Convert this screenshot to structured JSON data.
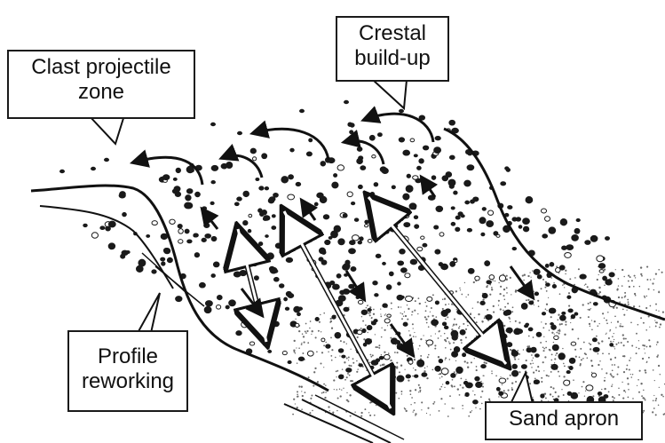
{
  "labels": {
    "clast_projectile_zone": [
      "Clast projectile",
      "zone"
    ],
    "crestal_buildup": [
      "Crestal",
      "build-up"
    ],
    "profile_reworking": [
      "Profile",
      "reworking"
    ],
    "sand_apron": [
      "Sand apron"
    ]
  },
  "colors": {
    "ink": "#1a1a1a",
    "paper": "#ffffff",
    "sand": "#6a6a6a"
  },
  "icons": [
    "curved-arrow-icon",
    "double-headed-arrow-icon",
    "down-arrow-icon",
    "up-arrow-icon"
  ]
}
